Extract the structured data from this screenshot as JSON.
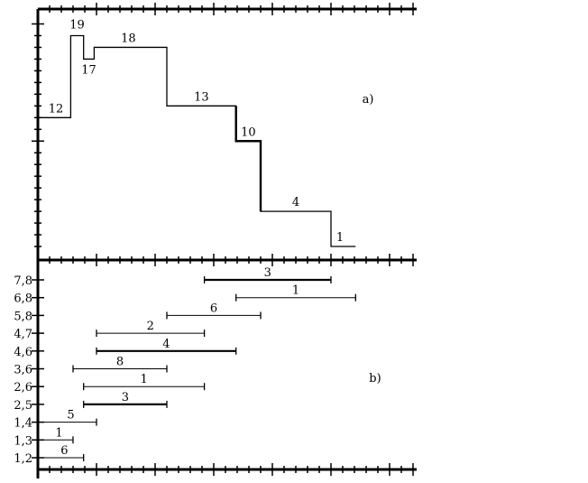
{
  "chart_data": [
    {
      "type": "line",
      "panel_label": "a)",
      "steps": [
        {
          "x0": 0,
          "x1": 2.8,
          "value": 12
        },
        {
          "x0": 2.8,
          "x1": 3.9,
          "value": 19
        },
        {
          "x0": 3.9,
          "x1": 4.8,
          "value": 17
        },
        {
          "x0": 4.8,
          "x1": 11.0,
          "value": 18
        },
        {
          "x0": 11.0,
          "x1": 16.9,
          "value": 13
        },
        {
          "x0": 16.9,
          "x1": 19.0,
          "value": 10
        },
        {
          "x0": 19.0,
          "x1": 25.0,
          "value": 4
        },
        {
          "x0": 25.0,
          "x1": 27.1,
          "value": 1
        }
      ],
      "ylim": [
        0,
        21
      ],
      "xlim": [
        0,
        32
      ]
    },
    {
      "type": "bar",
      "panel_label": "b)",
      "categories": [
        "7,8",
        "6,8",
        "5,8",
        "4,7",
        "4,6",
        "3,6",
        "2,6",
        "2,5",
        "1,4",
        "1,3",
        "1,2"
      ],
      "intervals": [
        {
          "start": 14.2,
          "end": 25.0,
          "count": "3",
          "bold": true
        },
        {
          "start": 16.9,
          "end": 27.1,
          "count": "1",
          "bold": false
        },
        {
          "start": 11.0,
          "end": 19.0,
          "count": "6",
          "bold": false
        },
        {
          "start": 5.0,
          "end": 14.2,
          "count": "2",
          "bold": false
        },
        {
          "start": 5.0,
          "end": 16.9,
          "count": "4",
          "bold": true
        },
        {
          "start": 3.0,
          "end": 11.0,
          "count": "8",
          "bold": false
        },
        {
          "start": 3.9,
          "end": 14.2,
          "count": "1",
          "bold": false
        },
        {
          "start": 3.9,
          "end": 11.0,
          "count": "3",
          "bold": true
        },
        {
          "start": 0,
          "end": 5.0,
          "count": "5",
          "bold": false
        },
        {
          "start": 0,
          "end": 3.0,
          "count": "1",
          "bold": false
        },
        {
          "start": 0,
          "end": 3.9,
          "count": "6",
          "bold": false
        }
      ],
      "xlim": [
        0,
        32
      ]
    }
  ]
}
